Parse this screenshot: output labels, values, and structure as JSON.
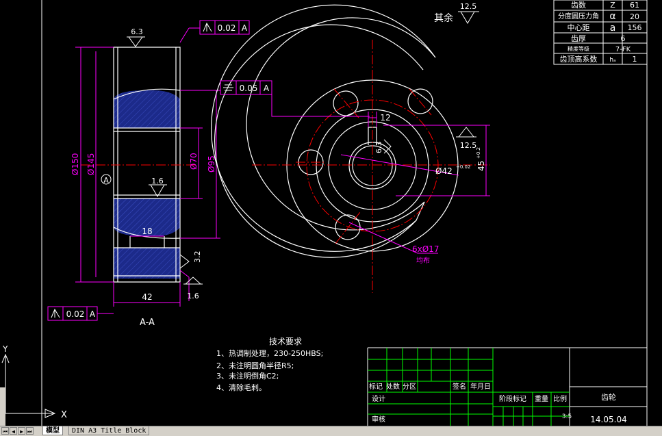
{
  "gear_table": [
    {
      "name": "齿数",
      "symbol": "Z",
      "value": "61"
    },
    {
      "name": "分度圆压力角",
      "symbol": "α",
      "value": "20"
    },
    {
      "name": "中心距",
      "symbol": "a",
      "value": "156"
    },
    {
      "name": "齿厚",
      "symbol": "",
      "value": "6"
    },
    {
      "name": "精度等级",
      "symbol": "",
      "value": "7-FK"
    },
    {
      "name": "齿顶高系数",
      "symbol": "hₐ",
      "value": "1"
    }
  ],
  "roughness_note": {
    "label": "其余",
    "value": "12.5"
  },
  "section": {
    "label": "A-A",
    "datum": "A",
    "dims": {
      "d150": "Ø150",
      "d145": "Ø145",
      "d70": "Ø70",
      "d95": "Ø95",
      "w42": "42",
      "w18": "18",
      "r63": "6.3",
      "r16a": "1.6",
      "r16b": "1.6",
      "r32": "3.2"
    },
    "tol_top": {
      "value": "0.02",
      "datum": "A"
    },
    "tol_bottom": {
      "value": "0.02",
      "datum": "A"
    }
  },
  "front_view": {
    "tol_sym": {
      "value": "0.05",
      "datum": "A"
    },
    "key_width": "12",
    "r63": "6.3",
    "r125": "12.5",
    "bore": "Ø42",
    "bore_tol": "+0.02",
    "depth": "45",
    "depth_tol": "+0.2",
    "holes": "6xØ17",
    "holes_note": "均布"
  },
  "notes": {
    "title": "技术要求",
    "items": [
      "1、热调制处理，230-250HBS;",
      "2、未注明圆角半径R5;",
      "3、未注明倒角C2;",
      "4、清除毛刺。"
    ]
  },
  "title_block": {
    "h_mark": "标记",
    "h_count": "处数",
    "h_zone": "分区",
    "h_sign": "签名",
    "h_date": "年月日",
    "design": "设计",
    "review": "审核",
    "stage": "阶段标记",
    "weight": "重量",
    "scale": "比例",
    "scale_value": "3:5",
    "part_name": "齿轮",
    "date": "14.05.04"
  },
  "ucs": {
    "y": "Y",
    "x": "X"
  },
  "tabs": {
    "model": "模型",
    "layout": "DIN A3 Title Block"
  },
  "colors": {
    "magenta": "#ff00ff",
    "red": "#ff0000",
    "white": "#ffffff",
    "green": "#00ff00",
    "yellow": "#ffff00",
    "hatch": "#1c2a8a"
  }
}
